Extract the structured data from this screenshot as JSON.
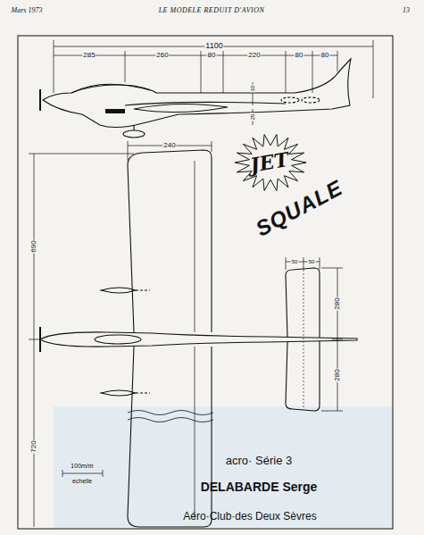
{
  "diagram": {
    "labels": [
      "Mars 1973",
      "LE MODELE REDUIT D'AVION",
      "13",
      "1100",
      "285",
      "260",
      "80",
      "220",
      "80",
      "80",
      "10",
      "25",
      "240",
      "690",
      "720",
      "50",
      "50",
      "280",
      "280",
      "100m/m",
      "echelle",
      "JET",
      "SQUALE",
      "acro· Série 3",
      "DELABARDE Serge",
      "Aéro·Club·des Deux Sèvres"
    ]
  }
}
